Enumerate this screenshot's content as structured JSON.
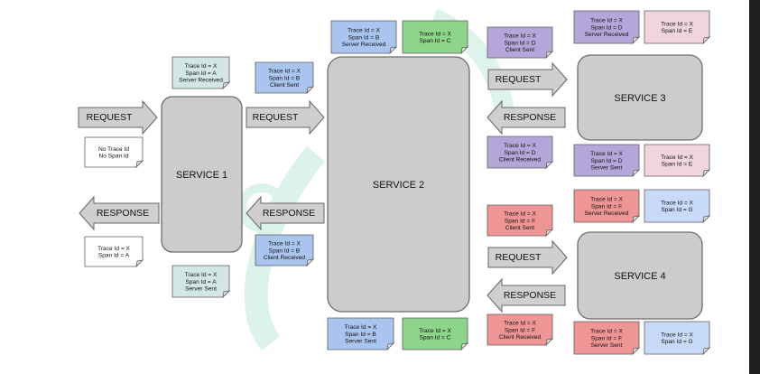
{
  "services": {
    "s1": "SERVICE 1",
    "s2": "SERVICE 2",
    "s3": "SERVICE 3",
    "s4": "SERVICE 4"
  },
  "arrows": {
    "request": "REQUEST",
    "response": "RESPONSE"
  },
  "colors": {
    "teal": "#d3e6e6",
    "blue": "#a9c4ee",
    "green": "#8ed48a",
    "purple": "#b4a6d8",
    "pink": "#f0d6dc",
    "red": "#ee9595",
    "light_blue": "#c8dafa",
    "white": "#ffffff",
    "watermark": "#2fb67c"
  },
  "notes": [
    {
      "key": "n_s1_recv",
      "color": "teal",
      "lines": [
        "Trace Id = X",
        "Span Id = A",
        "Server Received"
      ]
    },
    {
      "key": "n_noid",
      "color": "white",
      "lines": [
        "No Trace Id",
        "No Span Id"
      ]
    },
    {
      "key": "n_resp_a",
      "color": "white",
      "lines": [
        "Trace Id = X",
        "Span Id = A"
      ]
    },
    {
      "key": "n_s1_sent",
      "color": "teal",
      "lines": [
        "Trace Id = X",
        "Span Id = A",
        "Server Sent"
      ]
    },
    {
      "key": "n_b_cs",
      "color": "blue",
      "lines": [
        "Trace Id = X",
        "Span Id = B",
        "Client Sent"
      ]
    },
    {
      "key": "n_b_cr",
      "color": "blue",
      "lines": [
        "Trace Id = X",
        "Span Id = B",
        "Client Received"
      ]
    },
    {
      "key": "n_b_sr",
      "color": "blue",
      "lines": [
        "Trace Id = X",
        "Span Id = B",
        "Server Received"
      ]
    },
    {
      "key": "n_c_top",
      "color": "green",
      "lines": [
        "Trace Id = X",
        "Span Id = C"
      ]
    },
    {
      "key": "n_b_ss",
      "color": "blue",
      "lines": [
        "Trace Id = X",
        "Span Id = B",
        "Server Sent"
      ]
    },
    {
      "key": "n_c_bottom",
      "color": "green",
      "lines": [
        "Trace Id = X",
        "Span Id = C"
      ]
    },
    {
      "key": "n_d_cs",
      "color": "purple",
      "lines": [
        "Trace Id = X",
        "Span Id = D",
        "Client Sent"
      ]
    },
    {
      "key": "n_d_cr",
      "color": "purple",
      "lines": [
        "Trace Id = X",
        "Span Id = D",
        "Client Received"
      ]
    },
    {
      "key": "n_d_sr",
      "color": "purple",
      "lines": [
        "Trace Id = X",
        "Span Id = D",
        "Server Received"
      ]
    },
    {
      "key": "n_e_top",
      "color": "pink",
      "lines": [
        "Trace Id = X",
        "Span Id = E"
      ]
    },
    {
      "key": "n_d_ss",
      "color": "purple",
      "lines": [
        "Trace Id = X",
        "Span Id = D",
        "Server Sent"
      ]
    },
    {
      "key": "n_e_bottom",
      "color": "pink",
      "lines": [
        "Trace Id = X",
        "Span Id = E"
      ]
    },
    {
      "key": "n_f_cs",
      "color": "red",
      "lines": [
        "Trace Id = X",
        "Span Id = F",
        "Client Sent"
      ]
    },
    {
      "key": "n_f_cr",
      "color": "red",
      "lines": [
        "Trace Id = X",
        "Span Id = F",
        "Client Received"
      ]
    },
    {
      "key": "n_f_sr",
      "color": "red",
      "lines": [
        "Trace Id = X",
        "Span Id = F",
        "Server Received"
      ]
    },
    {
      "key": "n_g_top",
      "color": "light_blue",
      "lines": [
        "Trace Id = X",
        "Span Id = G"
      ]
    },
    {
      "key": "n_f_ss",
      "color": "red",
      "lines": [
        "Trace Id = X",
        "Span Id = F",
        "Server Sent"
      ]
    },
    {
      "key": "n_g_bottom",
      "color": "light_blue",
      "lines": [
        "Trace Id = X",
        "Span Id = G"
      ]
    }
  ]
}
